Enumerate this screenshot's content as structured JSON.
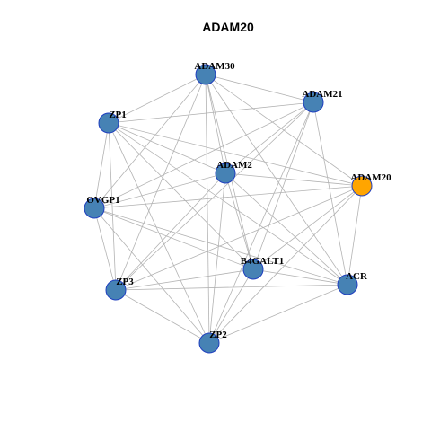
{
  "graph": {
    "title": "ADAM20",
    "colors": {
      "default_node": "#4682b4",
      "highlight_node": "#ffa500",
      "node_border": "#1f3fbf",
      "edge": "#b3b3b3"
    },
    "nodes": [
      {
        "id": "ADAM30",
        "label": "ADAM30",
        "highlight": false
      },
      {
        "id": "ADAM21",
        "label": "ADAM21",
        "highlight": false
      },
      {
        "id": "ZP1",
        "label": "ZP1",
        "highlight": false
      },
      {
        "id": "ADAM2",
        "label": "ADAM2",
        "highlight": false
      },
      {
        "id": "ADAM20",
        "label": "ADAM20",
        "highlight": true
      },
      {
        "id": "OVGP1",
        "label": "OVGP1",
        "highlight": false
      },
      {
        "id": "B4GALT1",
        "label": "B4GALT1",
        "highlight": false
      },
      {
        "id": "ACR",
        "label": "ACR",
        "highlight": false
      },
      {
        "id": "ZP3",
        "label": "ZP3",
        "highlight": false
      },
      {
        "id": "ZP2",
        "label": "ZP2",
        "highlight": false
      }
    ],
    "edges": [
      [
        "ADAM30",
        "ADAM21"
      ],
      [
        "ADAM30",
        "ZP1"
      ],
      [
        "ADAM30",
        "ADAM2"
      ],
      [
        "ADAM30",
        "ADAM20"
      ],
      [
        "ADAM30",
        "OVGP1"
      ],
      [
        "ADAM30",
        "B4GALT1"
      ],
      [
        "ADAM30",
        "ACR"
      ],
      [
        "ADAM30",
        "ZP3"
      ],
      [
        "ADAM30",
        "ZP2"
      ],
      [
        "ADAM21",
        "ZP1"
      ],
      [
        "ADAM21",
        "ADAM2"
      ],
      [
        "ADAM21",
        "OVGP1"
      ],
      [
        "ADAM21",
        "B4GALT1"
      ],
      [
        "ADAM21",
        "ACR"
      ],
      [
        "ADAM21",
        "ZP3"
      ],
      [
        "ADAM21",
        "ZP2"
      ],
      [
        "ZP1",
        "ADAM2"
      ],
      [
        "ZP1",
        "ADAM20"
      ],
      [
        "ZP1",
        "OVGP1"
      ],
      [
        "ZP1",
        "B4GALT1"
      ],
      [
        "ZP1",
        "ACR"
      ],
      [
        "ZP1",
        "ZP3"
      ],
      [
        "ZP1",
        "ZP2"
      ],
      [
        "ADAM2",
        "ADAM20"
      ],
      [
        "ADAM2",
        "OVGP1"
      ],
      [
        "ADAM2",
        "B4GALT1"
      ],
      [
        "ADAM2",
        "ACR"
      ],
      [
        "ADAM2",
        "ZP3"
      ],
      [
        "ADAM2",
        "ZP2"
      ],
      [
        "ADAM20",
        "OVGP1"
      ],
      [
        "ADAM20",
        "B4GALT1"
      ],
      [
        "ADAM20",
        "ACR"
      ],
      [
        "ADAM20",
        "ZP3"
      ],
      [
        "ADAM20",
        "ZP2"
      ],
      [
        "OVGP1",
        "B4GALT1"
      ],
      [
        "OVGP1",
        "ACR"
      ],
      [
        "OVGP1",
        "ZP3"
      ],
      [
        "OVGP1",
        "ZP2"
      ],
      [
        "B4GALT1",
        "ACR"
      ],
      [
        "B4GALT1",
        "ZP3"
      ],
      [
        "B4GALT1",
        "ZP2"
      ],
      [
        "ACR",
        "ZP3"
      ],
      [
        "ACR",
        "ZP2"
      ],
      [
        "ZP3",
        "ZP2"
      ]
    ]
  }
}
